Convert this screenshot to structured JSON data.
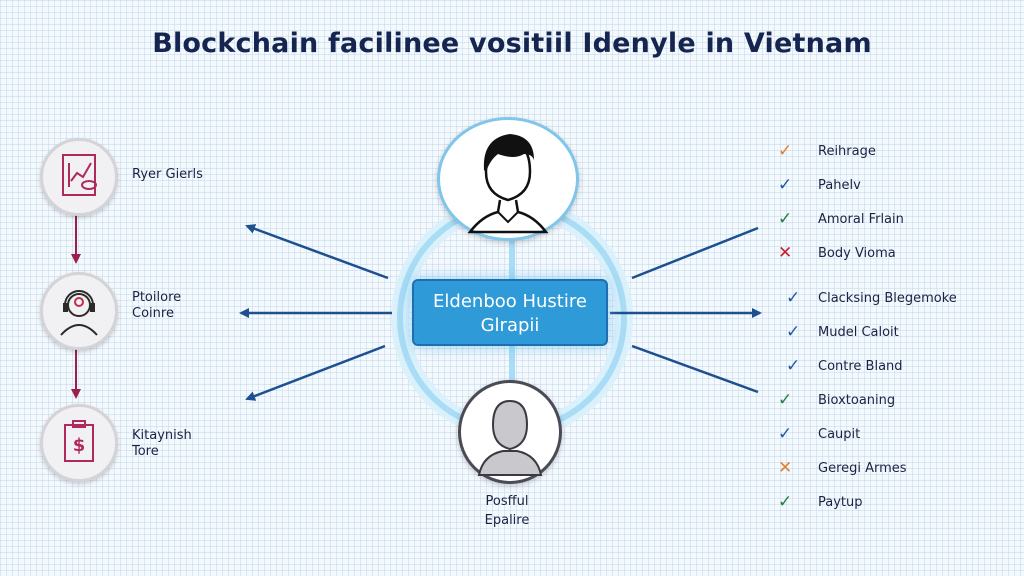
{
  "title": "Blockchain facilinee vositiil Idenyle in Vietnam",
  "left_items": [
    {
      "label": "Ryer Gierls",
      "icon": "document-chart-icon"
    },
    {
      "label": "Ptoilore\nCoinre",
      "icon": "person-headset-icon"
    },
    {
      "label": "Kitaynish\nTore",
      "icon": "money-document-icon"
    }
  ],
  "center": {
    "line1": "Eldenboo Hustire",
    "line2": "Glrapii"
  },
  "top_avatar": {
    "icon": "user-avatar-icon"
  },
  "bottom_avatar": {
    "icon": "user-silhouette-icon",
    "label": "Posfful\nEpalire"
  },
  "checklist": [
    {
      "label": "Reihrage",
      "mark": "check",
      "color": "orange"
    },
    {
      "label": "Pahelv",
      "mark": "check",
      "color": "blue"
    },
    {
      "label": "Amoral Frlain",
      "mark": "check",
      "color": "green"
    },
    {
      "label": "Body Vioma",
      "mark": "cross",
      "color": "red"
    },
    {
      "label": "Clacksing Blegemoke",
      "mark": "check",
      "color": "blue"
    },
    {
      "label": "Mudel Caloit",
      "mark": "check",
      "color": "blue"
    },
    {
      "label": "Contre Bland",
      "mark": "check",
      "color": "blue"
    },
    {
      "label": "Bioxtoaning",
      "mark": "check",
      "color": "green"
    },
    {
      "label": "Caupit",
      "mark": "check",
      "color": "blue"
    },
    {
      "label": "Geregi Armes",
      "mark": "cross",
      "color": "orange"
    },
    {
      "label": "Paytup",
      "mark": "check",
      "color": "green"
    }
  ],
  "colors": {
    "accent_blue": "#2f9ad8",
    "arrow_blue": "#1e4f8f",
    "connector_red": "#9c1e4a",
    "ring": "#bfe4f7"
  }
}
